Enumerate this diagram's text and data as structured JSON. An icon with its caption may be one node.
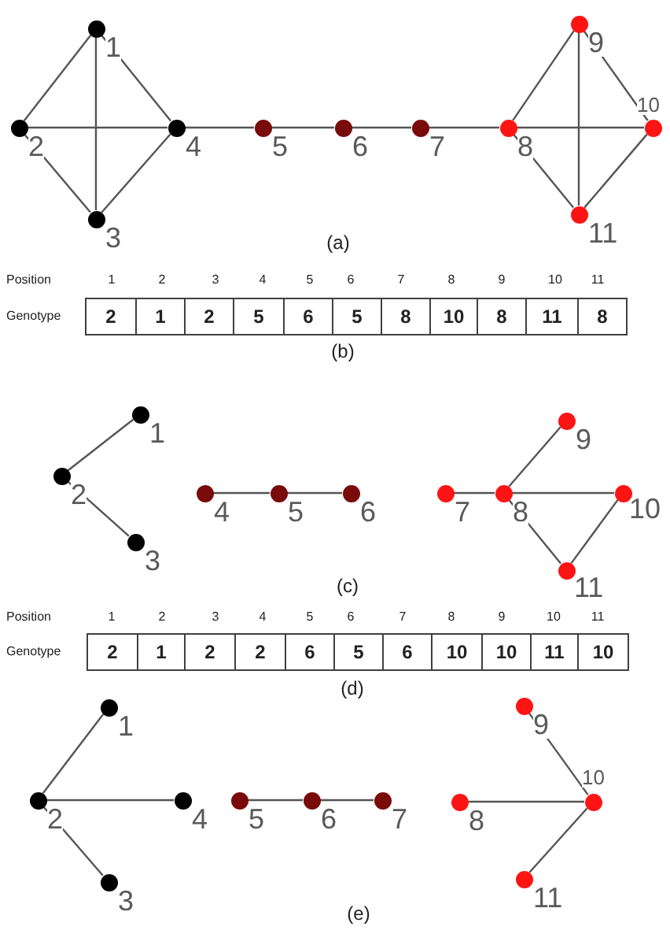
{
  "diagram": {
    "nodes": [
      {
        "text": [],
        "shape": "circle",
        "beside": [
          "1"
        ]
      },
      {
        "text": [],
        "shape": "circle",
        "beside": [
          "2"
        ]
      },
      {
        "text": [],
        "shape": "circle",
        "beside": [
          "3"
        ]
      },
      {
        "text": [],
        "shape": "circle",
        "beside": [
          "4"
        ]
      },
      {
        "text": [],
        "shape": "circle",
        "beside": [
          "5"
        ]
      },
      {
        "text": [],
        "shape": "circle",
        "beside": [
          "6"
        ]
      },
      {
        "text": [],
        "shape": "circle",
        "beside": [
          "7"
        ]
      },
      {
        "text": [],
        "shape": "circle",
        "beside": [
          "8"
        ]
      },
      {
        "text": [],
        "shape": "circle",
        "beside": [
          "9"
        ]
      },
      {
        "text": [],
        "shape": "circle",
        "beside": [
          "10"
        ]
      },
      {
        "text": [],
        "shape": "circle",
        "beside": [
          "11"
        ]
      },
      {
        "text": [],
        "shape": "circle",
        "beside": [
          "1"
        ]
      },
      {
        "text": [],
        "shape": "circle",
        "beside": [
          "2"
        ]
      },
      {
        "text": [],
        "shape": "circle",
        "beside": [
          "3"
        ]
      },
      {
        "text": [],
        "shape": "circle",
        "beside": [
          "4"
        ]
      },
      {
        "text": [],
        "shape": "circle",
        "beside": [
          "5"
        ]
      },
      {
        "text": [],
        "shape": "circle",
        "beside": [
          "6"
        ]
      },
      {
        "text": [],
        "shape": "circle",
        "beside": [
          "7"
        ]
      },
      {
        "text": [],
        "shape": "circle",
        "beside": [
          "8"
        ]
      },
      {
        "text": [],
        "shape": "circle",
        "beside": [
          "9"
        ]
      },
      {
        "text": [],
        "shape": "circle",
        "beside": [
          "10"
        ]
      },
      {
        "text": [],
        "shape": "circle",
        "beside": [
          "11"
        ]
      },
      {
        "text": [],
        "shape": "circle",
        "beside": [
          "1"
        ]
      },
      {
        "text": [],
        "shape": "circle",
        "beside": [
          "2"
        ]
      },
      {
        "text": [],
        "shape": "circle",
        "beside": [
          "3"
        ]
      },
      {
        "text": [],
        "shape": "circle",
        "beside": [
          "4"
        ]
      },
      {
        "text": [],
        "shape": "circle",
        "beside": [
          "5"
        ]
      },
      {
        "text": [],
        "shape": "circle",
        "beside": [
          "6"
        ]
      },
      {
        "text": [],
        "shape": "circle",
        "beside": [
          "7"
        ]
      },
      {
        "text": [],
        "shape": "circle",
        "beside": [
          "8"
        ]
      },
      {
        "text": [],
        "shape": "circle",
        "beside": [
          "9"
        ]
      },
      {
        "text": [],
        "shape": "circle",
        "beside": [
          "10"
        ]
      },
      {
        "text": [],
        "shape": "circle",
        "beside": [
          "11"
        ]
      }
    ],
    "edges": [
      {
        "from": 0,
        "to": 1,
        "arrow": "none"
      },
      {
        "from": 0,
        "to": 2,
        "arrow": "none"
      },
      {
        "from": 0,
        "to": 3,
        "arrow": "none"
      },
      {
        "from": 1,
        "to": 2,
        "arrow": "none"
      },
      {
        "from": 1,
        "to": 3,
        "arrow": "none"
      },
      {
        "from": 2,
        "to": 3,
        "arrow": "none"
      },
      {
        "from": 3,
        "to": 4,
        "arrow": "none"
      },
      {
        "from": 4,
        "to": 5,
        "arrow": "none"
      },
      {
        "from": 5,
        "to": 6,
        "arrow": "none"
      },
      {
        "from": 6,
        "to": 7,
        "arrow": "none"
      },
      {
        "from": 7,
        "to": 8,
        "arrow": "none"
      },
      {
        "from": 7,
        "to": 9,
        "arrow": "none"
      },
      {
        "from": 7,
        "to": 10,
        "arrow": "none"
      },
      {
        "from": 8,
        "to": 9,
        "arrow": "none"
      },
      {
        "from": 8,
        "to": 10,
        "arrow": "none"
      },
      {
        "from": 9,
        "to": 10,
        "arrow": "none"
      },
      {
        "from": 11,
        "to": 12,
        "arrow": "none"
      },
      {
        "from": 12,
        "to": 13,
        "arrow": "none"
      },
      {
        "from": 14,
        "to": 15,
        "arrow": "none"
      },
      {
        "from": 15,
        "to": 16,
        "arrow": "none"
      },
      {
        "from": 17,
        "to": 18,
        "arrow": "none"
      },
      {
        "from": 18,
        "to": 19,
        "arrow": "none"
      },
      {
        "from": 18,
        "to": 20,
        "arrow": "none"
      },
      {
        "from": 18,
        "to": 21,
        "arrow": "none"
      },
      {
        "from": 20,
        "to": 21,
        "arrow": "none"
      },
      {
        "from": 22,
        "to": 23,
        "arrow": "none"
      },
      {
        "from": 23,
        "to": 25,
        "arrow": "none"
      },
      {
        "from": 23,
        "to": 24,
        "arrow": "none"
      },
      {
        "from": 26,
        "to": 27,
        "arrow": "none"
      },
      {
        "from": 27,
        "to": 28,
        "arrow": "none"
      },
      {
        "from": 29,
        "to": 31,
        "arrow": "none"
      },
      {
        "from": 30,
        "to": 31,
        "arrow": "none"
      },
      {
        "from": 32,
        "to": 31,
        "arrow": "none"
      }
    ],
    "labels": [
      "(a)",
      "Position",
      "1",
      "2",
      "3",
      "4",
      "5",
      "6",
      "7",
      "8",
      "9",
      "10",
      "11",
      "Genotype",
      "2",
      "1",
      "2",
      "5",
      "6",
      "5",
      "8",
      "10",
      "8",
      "11",
      "8",
      "(b)",
      "(c)",
      "Position",
      "1",
      "2",
      "3",
      "4",
      "5",
      "6",
      "7",
      "8",
      "9",
      "10",
      "11",
      "Genotype",
      "2",
      "1",
      "2",
      "2",
      "6",
      "5",
      "6",
      "10",
      "10",
      "11",
      "10",
      "(d)",
      "(e)"
    ]
  }
}
